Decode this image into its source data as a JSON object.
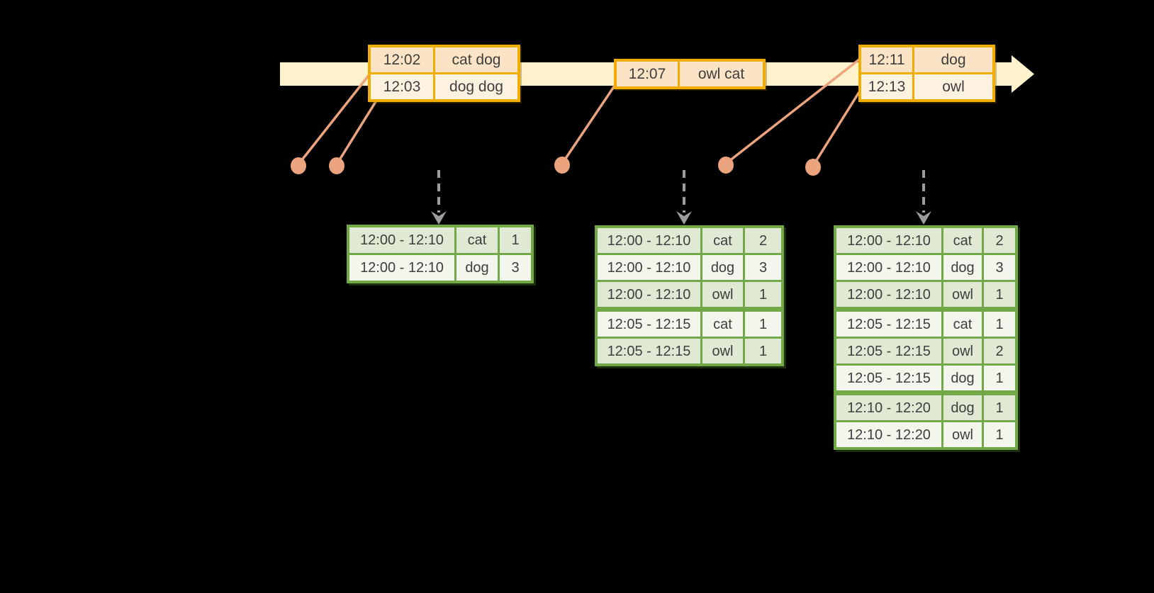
{
  "colors": {
    "background": "#000000",
    "timeline_band": "#fdf2cb",
    "event_table_border": "#f0ad04",
    "event_row_peach": "#fbe3c5",
    "event_row_cream": "#fdf2e0",
    "leader_line_salmon": "#eba47d",
    "trigger_arrow_gray": "#9d9d9d",
    "result_table_border": "#72a848",
    "result_row_dark": "#dfe9d3",
    "result_row_light": "#f2f6ed",
    "text": "#3e3e3e"
  },
  "timeline": {
    "band_direction": "left-to-right arrow"
  },
  "event_tables": [
    {
      "rows": [
        {
          "time": "12:02",
          "words": "cat dog"
        },
        {
          "time": "12:03",
          "words": "dog dog"
        }
      ]
    },
    {
      "rows": [
        {
          "time": "12:07",
          "words": "owl cat"
        }
      ]
    },
    {
      "rows": [
        {
          "time": "12:11",
          "words": "dog"
        },
        {
          "time": "12:13",
          "words": "owl"
        }
      ]
    }
  ],
  "result_tables": [
    {
      "rows": [
        {
          "window": "12:00 - 12:10",
          "word": "cat",
          "count": "1"
        },
        {
          "window": "12:00 - 12:10",
          "word": "dog",
          "count": "3"
        }
      ]
    },
    {
      "rows": [
        {
          "window": "12:00 - 12:10",
          "word": "cat",
          "count": "2"
        },
        {
          "window": "12:00 - 12:10",
          "word": "dog",
          "count": "3"
        },
        {
          "window": "12:00 - 12:10",
          "word": "owl",
          "count": "1"
        },
        {
          "window": "12:05 - 12:15",
          "word": "cat",
          "count": "1"
        },
        {
          "window": "12:05 - 12:15",
          "word": "owl",
          "count": "1"
        }
      ]
    },
    {
      "rows": [
        {
          "window": "12:00 - 12:10",
          "word": "cat",
          "count": "2"
        },
        {
          "window": "12:00 - 12:10",
          "word": "dog",
          "count": "3"
        },
        {
          "window": "12:00 - 12:10",
          "word": "owl",
          "count": "1"
        },
        {
          "window": "12:05 - 12:15",
          "word": "cat",
          "count": "1"
        },
        {
          "window": "12:05 - 12:15",
          "word": "owl",
          "count": "2"
        },
        {
          "window": "12:05 - 12:15",
          "word": "dog",
          "count": "1"
        },
        {
          "window": "12:10 - 12:20",
          "word": "dog",
          "count": "1"
        },
        {
          "window": "12:10 - 12:20",
          "word": "owl",
          "count": "1"
        }
      ]
    }
  ]
}
